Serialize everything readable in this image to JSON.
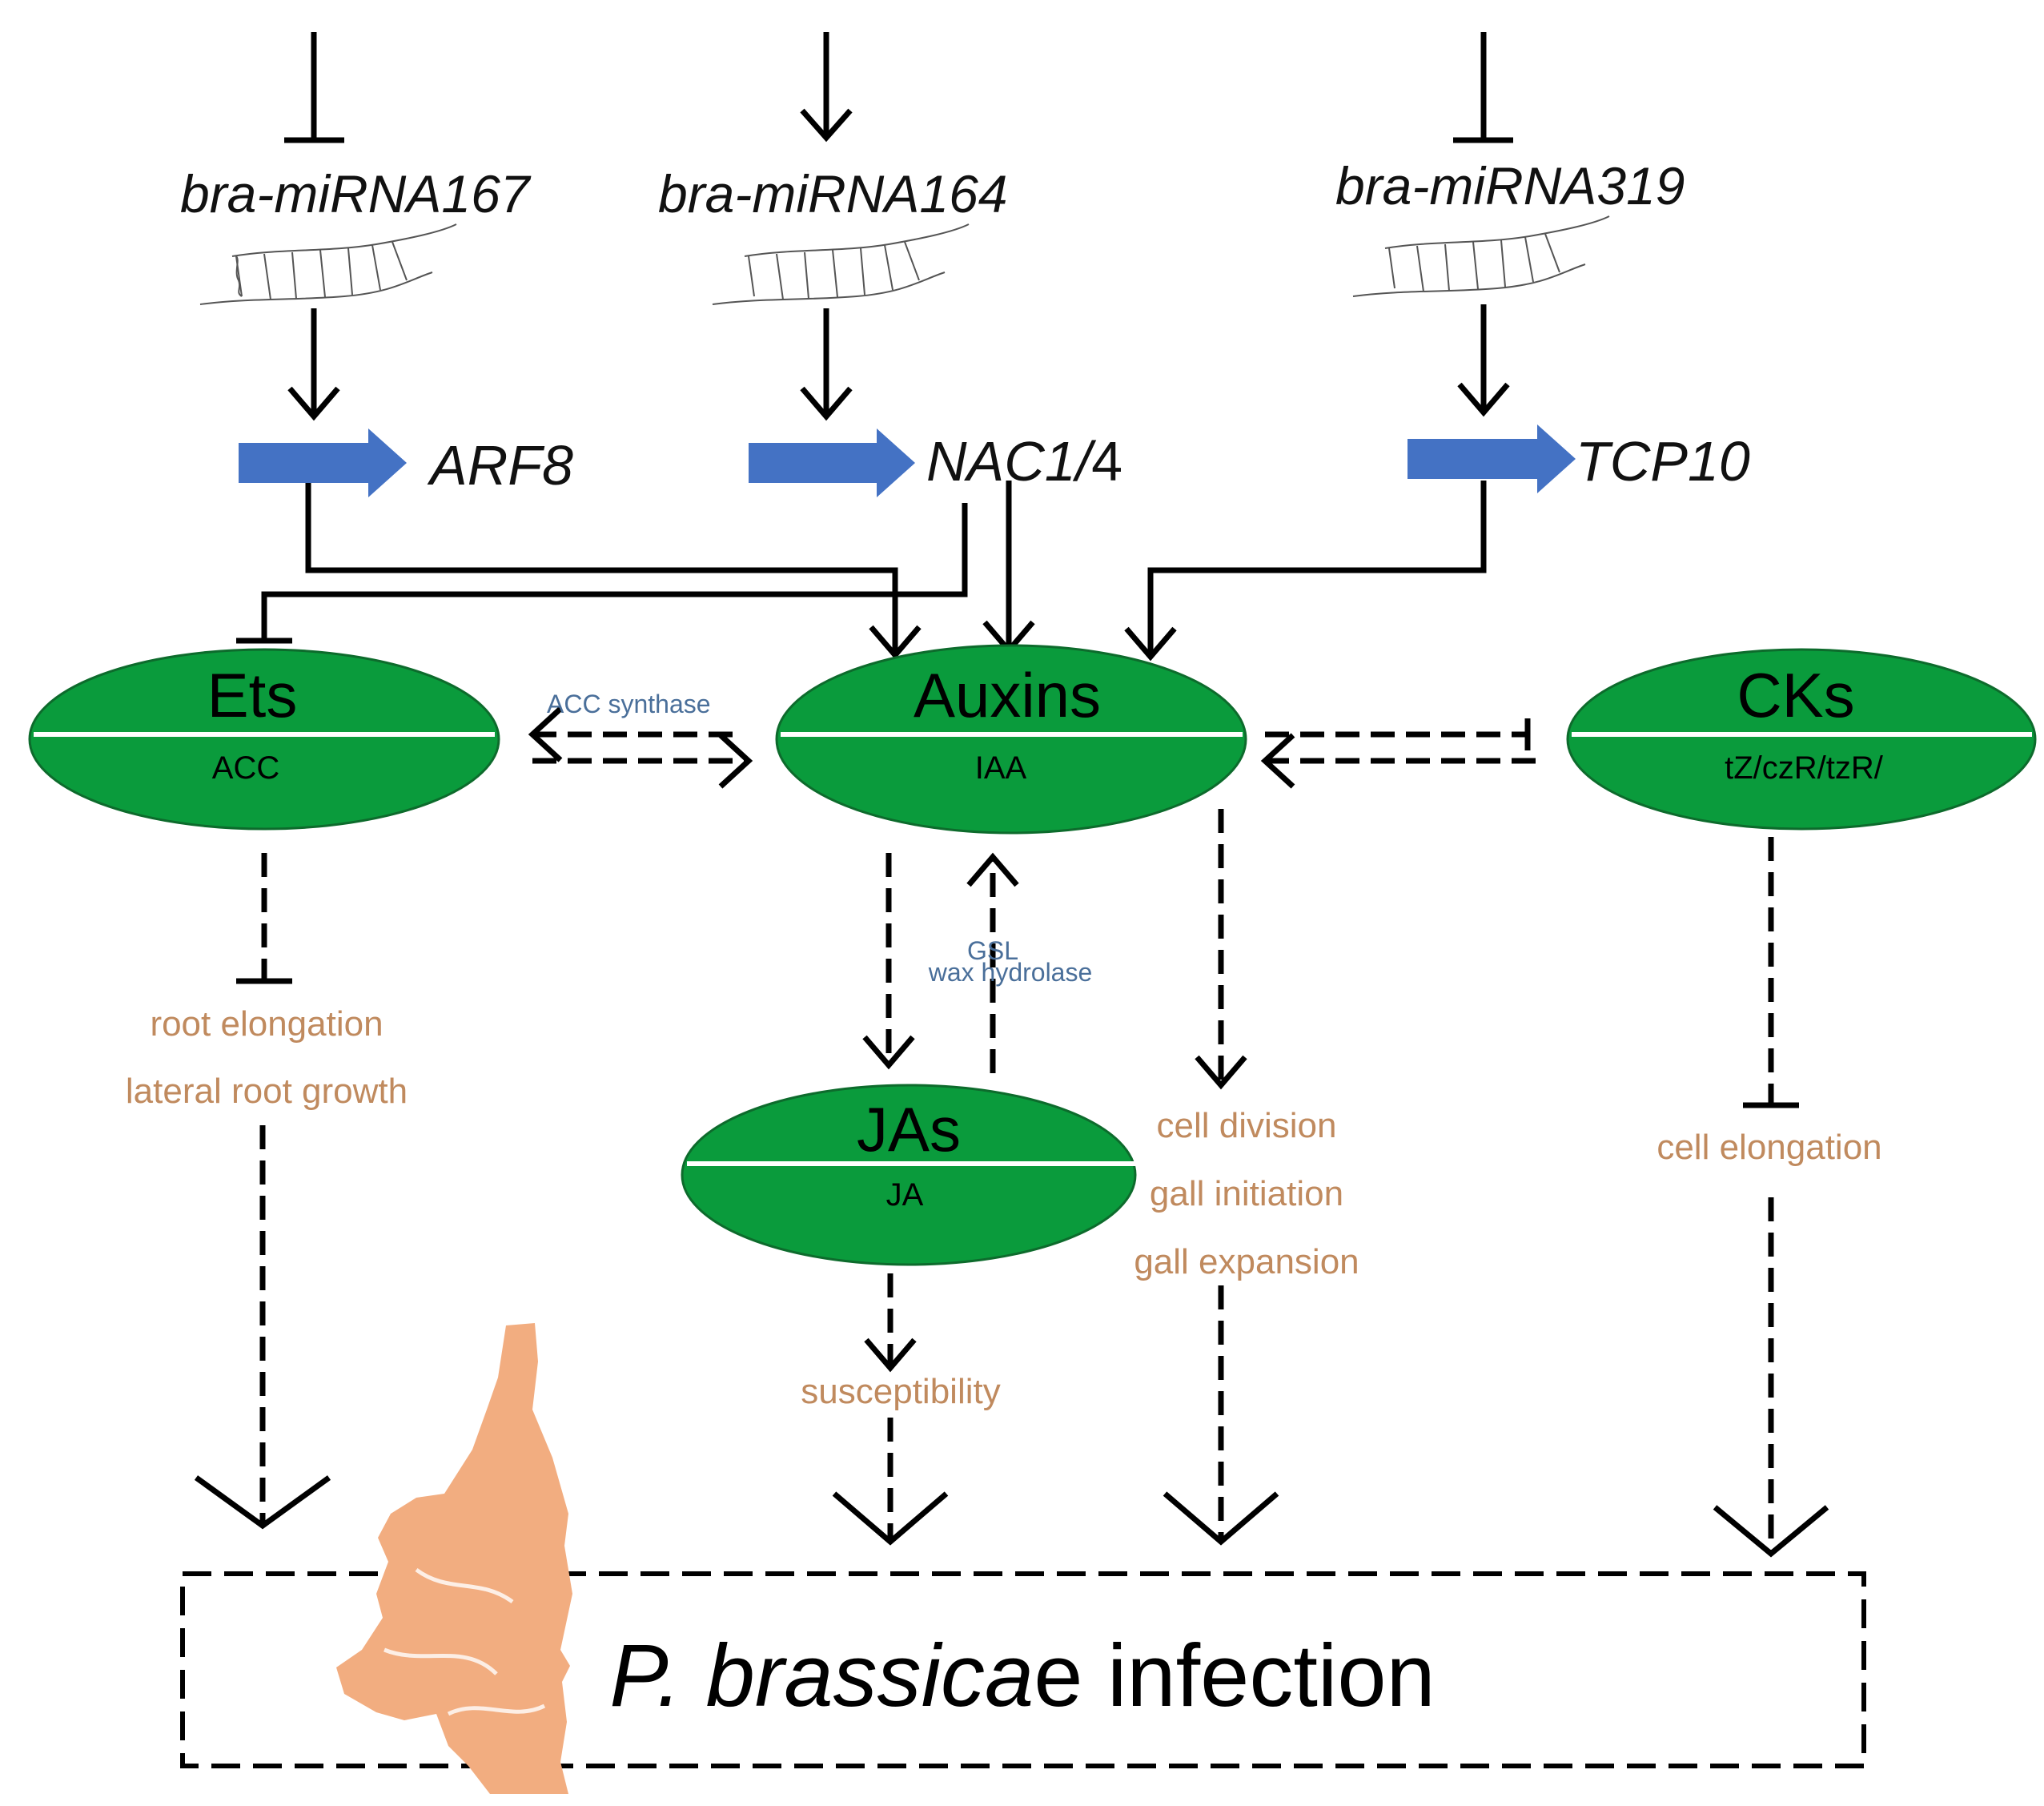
{
  "mirnas": [
    {
      "id": "mir167",
      "label": "bra-miRNA167",
      "upstream": "inhibition"
    },
    {
      "id": "mir164",
      "label": "bra-miRNA164",
      "upstream": "activation"
    },
    {
      "id": "mir319",
      "label": "bra-miRNA319",
      "upstream": "inhibition"
    }
  ],
  "targets": [
    {
      "id": "arf8",
      "label": "ARF8"
    },
    {
      "id": "nac",
      "label_italic": "NAC1/",
      "label_plain": "4"
    },
    {
      "id": "tcp10",
      "label": "TCP10"
    }
  ],
  "hormones": [
    {
      "id": "ets",
      "name": "Ets",
      "compound": "ACC"
    },
    {
      "id": "auxins",
      "name": "Auxins",
      "compound": "IAA"
    },
    {
      "id": "cks",
      "name": "CKs",
      "compound": "tZ/czR/tzR/"
    },
    {
      "id": "jas",
      "name": "JAs",
      "compound": "JA"
    }
  ],
  "enzymes": {
    "ets_auxins": "ACC synthase",
    "jas_auxins_line1": "GSL",
    "jas_auxins_line2": "wax hydrolase"
  },
  "outcomes": {
    "ets": [
      "root elongation",
      "lateral root growth"
    ],
    "auxins": [
      "cell division",
      "gall initiation",
      "gall expansion"
    ],
    "jas": [
      "susceptibility"
    ],
    "cks": [
      "cell elongation"
    ]
  },
  "infection": {
    "italic": "P. brassica",
    "plain": "e infection"
  },
  "colors": {
    "ellipse_fill": "#0a9b3c",
    "gene_arrow": "#4472c4",
    "outcome_text": "#c08a5e",
    "enzyme_text": "#4a6f9a",
    "pathogen": "#f2ad80"
  }
}
